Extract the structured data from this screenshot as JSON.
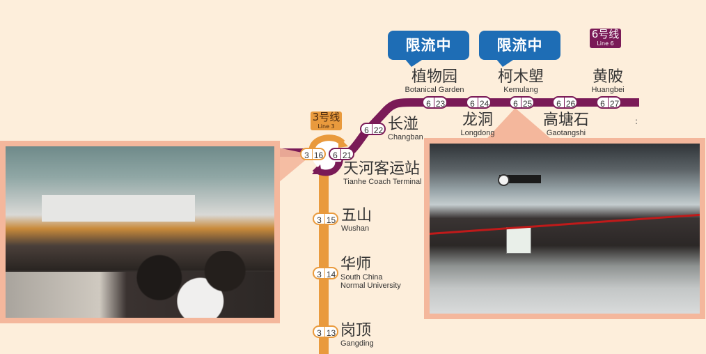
{
  "colors": {
    "background": "#fdeedb",
    "line6": "#7a1a57",
    "line3": "#e99a3d",
    "callout_bubble": "#1e6db5",
    "photo_frame": "#f4b79c"
  },
  "badges": {
    "line3": {
      "cn": "3号线",
      "en": "Line 3"
    },
    "line6": {
      "cn": "6号线",
      "en": "Line 6"
    }
  },
  "callouts": [
    {
      "label": "限流中",
      "station": "植物园"
    },
    {
      "label": "限流中",
      "station": "柯木塱"
    }
  ],
  "line6_stations": [
    {
      "cn": "天河客运站",
      "en": "Tianhe Coach Terminal",
      "line": "6",
      "no": "21"
    },
    {
      "cn": "长湴",
      "en": "Changban",
      "line": "6",
      "no": "22"
    },
    {
      "cn": "植物园",
      "en": "Botanical Garden",
      "line": "6",
      "no": "23"
    },
    {
      "cn": "龙洞",
      "en": "Longdong",
      "line": "6",
      "no": "24"
    },
    {
      "cn": "柯木塱",
      "en": "Kemulang",
      "line": "6",
      "no": "25"
    },
    {
      "cn": "高塘石",
      "en": "Gaotangshi",
      "line": "6",
      "no": "26"
    },
    {
      "cn": "黄陂",
      "en": "Huangbei",
      "line": "6",
      "no": "27"
    }
  ],
  "line3_stations": [
    {
      "cn": "天河客运站",
      "en": "Tianhe Coach Terminal",
      "line": "3",
      "no": "16"
    },
    {
      "cn": "五山",
      "en": "Wushan",
      "line": "3",
      "no": "15"
    },
    {
      "cn": "华师",
      "en": "South China Normal University",
      "en1": "South China",
      "en2": "Normal University",
      "line": "3",
      "no": "14"
    },
    {
      "cn": "岗顶",
      "en": "Gangding",
      "line": "3",
      "no": "13"
    }
  ],
  "continuation_mark": ":",
  "photos": [
    {
      "name": "tianhe-coach-terminal-crowd-photo",
      "description": "Crowded station concourse with queues behind barriers"
    },
    {
      "name": "kemulang-crowd-photo",
      "description": "Passengers queuing behind red rope barriers at station entry"
    }
  ]
}
